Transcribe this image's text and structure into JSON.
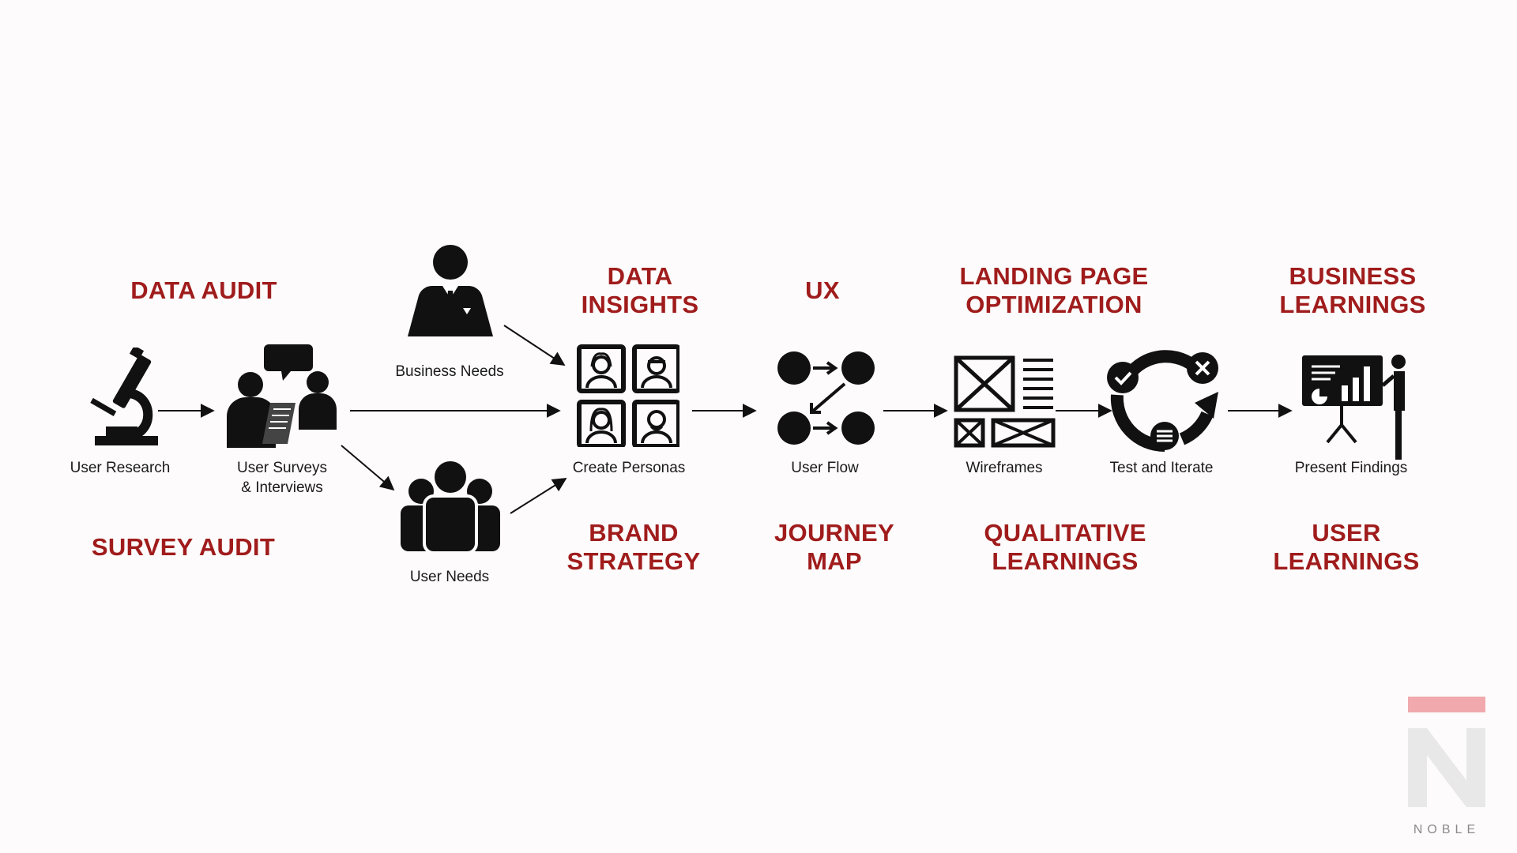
{
  "titles": {
    "data_audit": "DATA AUDIT",
    "survey_audit": "SURVEY AUDIT",
    "data_insights": "DATA\nINSIGHTS",
    "brand_strategy": "BRAND\nSTRATEGY",
    "ux": "UX",
    "journey_map": "JOURNEY\nMAP",
    "landing_page_optimization": "LANDING PAGE\nOPTIMIZATION",
    "qualitative_learnings": "QUALITATIVE\nLEARNINGS",
    "business_learnings": "BUSINESS\nLEARNINGS",
    "user_learnings": "USER\nLEARNINGS"
  },
  "steps": {
    "user_research": {
      "label": "User Research",
      "icon": "microscope-icon"
    },
    "user_surveys": {
      "label": "User Surveys\n& Interviews",
      "icon": "survey-people-icon"
    },
    "business_needs": {
      "label": "Business Needs",
      "icon": "businessman-icon"
    },
    "user_needs": {
      "label": "User Needs",
      "icon": "group-icon"
    },
    "create_personas": {
      "label": "Create Personas",
      "icon": "personas-icon"
    },
    "user_flow": {
      "label": "User Flow",
      "icon": "user-flow-icon"
    },
    "wireframes": {
      "label": "Wireframes",
      "icon": "wireframe-icon"
    },
    "test_iterate": {
      "label": "Test and Iterate",
      "icon": "cycle-icon"
    },
    "present_findings": {
      "label": "Present Findings",
      "icon": "presentation-icon"
    }
  },
  "colors": {
    "title_red": "#a01c1c",
    "icon_black": "#111111",
    "logo_pink": "#f1a9ae",
    "logo_gray": "#e8e8e8"
  },
  "logo": {
    "wordmark": "NOBLE"
  }
}
